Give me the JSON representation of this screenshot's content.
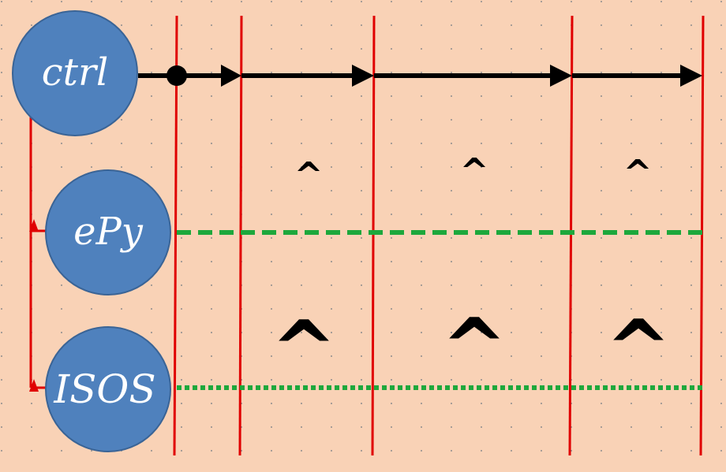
{
  "nodes": {
    "ctrl": {
      "label": "ctrl"
    },
    "epy": {
      "label": "ePy"
    },
    "isos": {
      "label": "ISOS"
    }
  },
  "markers": {
    "small": [
      "^",
      "^",
      "^"
    ],
    "large": [
      "^",
      "^",
      "^"
    ]
  },
  "colors": {
    "background": "#f9d2b6",
    "grid_dot": "#8c8c8c",
    "node_fill": "#4f81bd",
    "node_stroke": "#3a6496",
    "red_line": "#e00000",
    "arrow": "#000000",
    "dashed_line": "#1ea83c"
  }
}
